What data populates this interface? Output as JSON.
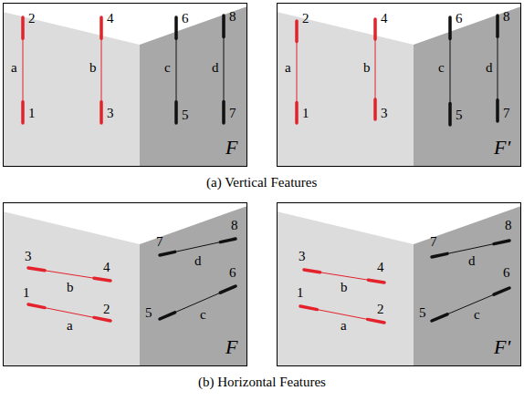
{
  "diagram": {
    "labels": [
      "2",
      "4",
      "6",
      "8",
      "a",
      "b",
      "c",
      "d",
      "1",
      "3",
      "5",
      "7",
      "F",
      "2",
      "4",
      "6",
      "8",
      "a",
      "b",
      "c",
      "d",
      "1",
      "3",
      "5",
      "7",
      "F'",
      "(a) Vertical Features",
      "3",
      "4",
      "7",
      "8",
      "b",
      "d",
      "6",
      "1",
      "a",
      "2",
      "5",
      "c",
      "F",
      "3",
      "4",
      "7",
      "8",
      "b",
      "d",
      "6",
      "1",
      "a",
      "2",
      "5",
      "c",
      "F'",
      "(b) Horizontal Features"
    ]
  }
}
